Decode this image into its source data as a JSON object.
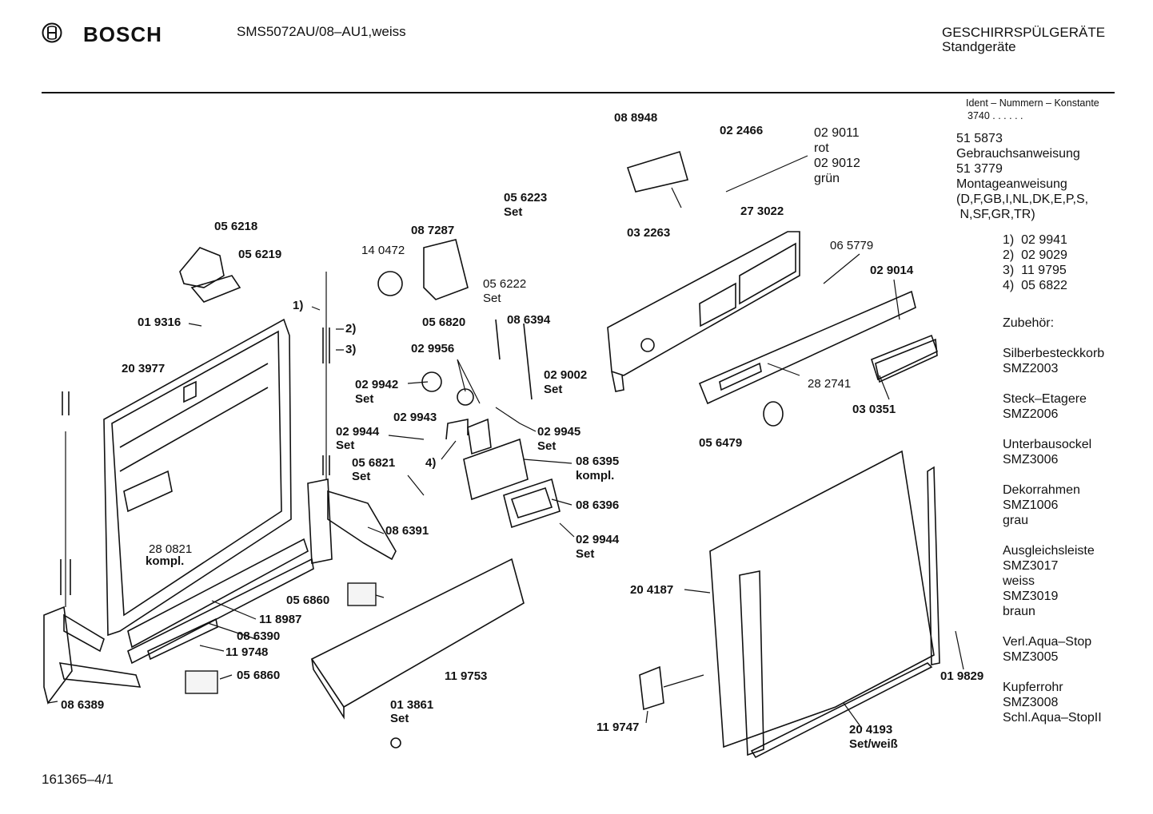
{
  "header": {
    "brand": "BOSCH",
    "model": "SMS5072AU/08–AU1,weiss",
    "category_line1": "GESCHIRRSPÜLGERÄTE",
    "category_line2": "Standgeräte"
  },
  "sidebar": {
    "ident_title": "Ident – Nummern – Konstante",
    "ident_value": "3740  .  .  .  .  .  .",
    "docs": [
      "51 5873",
      "Gebrauchsanweisung",
      "51 3779",
      "Montageanweisung",
      "(D,F,GB,I,NL,DK,E,P,S,",
      " N,SF,GR,TR)"
    ],
    "footnotes": [
      "1)  02 9941",
      "2)  02 9029",
      "3)  11 9795",
      "4)  05 6822"
    ],
    "accessories_title": "Zubehör:",
    "accessories": [
      [
        "Silberbesteckkorb",
        "SMZ2003"
      ],
      [
        "Steck–Etagere",
        "SMZ2006"
      ],
      [
        "Unterbausockel",
        "SMZ3006"
      ],
      [
        "Dekorrahmen",
        "SMZ1006",
        "grau"
      ],
      [
        "Ausgleichsleiste",
        "SMZ3017",
        "weiss",
        "SMZ3019",
        "braun"
      ],
      [
        "Verl.Aqua–Stop",
        "SMZ3005"
      ],
      [
        "Kupferrohr",
        "SMZ3008",
        "Schl.Aqua–StopII"
      ]
    ]
  },
  "footer": {
    "drawing_number": "161365–4/1"
  },
  "labels": {
    "p088948": "08 8948",
    "p022466": "02 2466",
    "p029011": "02 9011",
    "rot": "rot",
    "p029012": "02 9012",
    "gruen": "grün",
    "p032263": "03 2263",
    "p273022": "27 3022",
    "p065779": "06 5779",
    "p029014": "02 9014",
    "p282741": "28 2741",
    "p030351": "03 0351",
    "p056479": "05 6479",
    "p056223": "05 6223",
    "set_a": "Set",
    "p087287": "08 7287",
    "p140472": "14 0472",
    "p056222": "05 6222",
    "set_b": "Set",
    "p056218": "05 6218",
    "p056219": "05 6219",
    "fn1": "1)",
    "fn2": "2)",
    "fn3": "3)",
    "p019316": "01 9316",
    "p203977": "20 3977",
    "p056820": "05 6820",
    "p086394": "08 6394",
    "p029956": "02 9956",
    "p029002": "02 9002",
    "set_c": "Set",
    "p029942": "02 9942",
    "set_d": "Set",
    "p029943": "02 9943",
    "p029945": "02 9945",
    "set_e": "Set",
    "p029944a": "02 9944",
    "set_f": "Set",
    "fn4": "4)",
    "p056821": "05 6821",
    "set_g": "Set",
    "p086395": "08 6395",
    "kompl_a": "kompl.",
    "p086396": "08 6396",
    "p029944b": "02 9944",
    "set_h": "Set",
    "p086391": "08 6391",
    "p280821": "28 0821",
    "kompl_b": "kompl.",
    "p056860a": "05 6860",
    "p118987": "11 8987",
    "p086390": "08 6390",
    "p119748": "11 9748",
    "p056860b": "05 6860",
    "p119753": "11 9753",
    "p086389": "08 6389",
    "p013861": "01 3861",
    "set_i": "Set",
    "p204187": "20 4187",
    "p019829": "01 9829",
    "p119747": "11 9747",
    "p204193": "20 4193",
    "setweiss": "Set/weiß"
  }
}
